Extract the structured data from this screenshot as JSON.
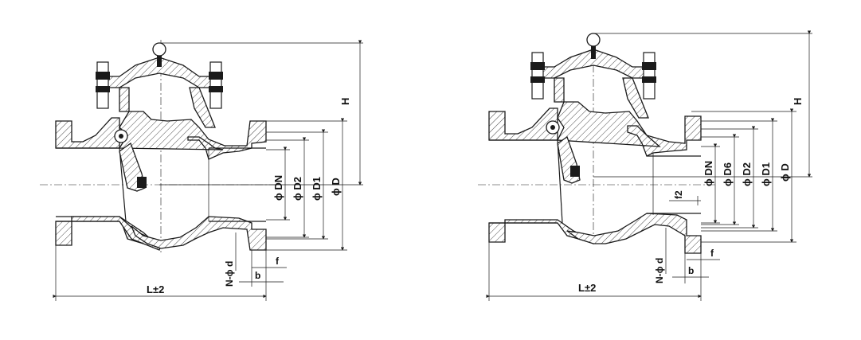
{
  "diagram_left": {
    "labels": {
      "H": "H",
      "DN": "ϕ DN",
      "D2": "ϕ D2",
      "D1": "ϕ D1",
      "D": "ϕ D",
      "Nd": "N-ϕ d",
      "f": "f",
      "b": "b",
      "L": "L±2"
    }
  },
  "diagram_right": {
    "labels": {
      "H": "H",
      "DN": "ϕ DN",
      "D6": "ϕ D6",
      "D2": "ϕ D2",
      "D1": "ϕ D1",
      "D": "ϕ D",
      "f2": "f2",
      "Nd": "N-ϕ d",
      "f": "f",
      "b": "b",
      "L": "L±2"
    }
  }
}
